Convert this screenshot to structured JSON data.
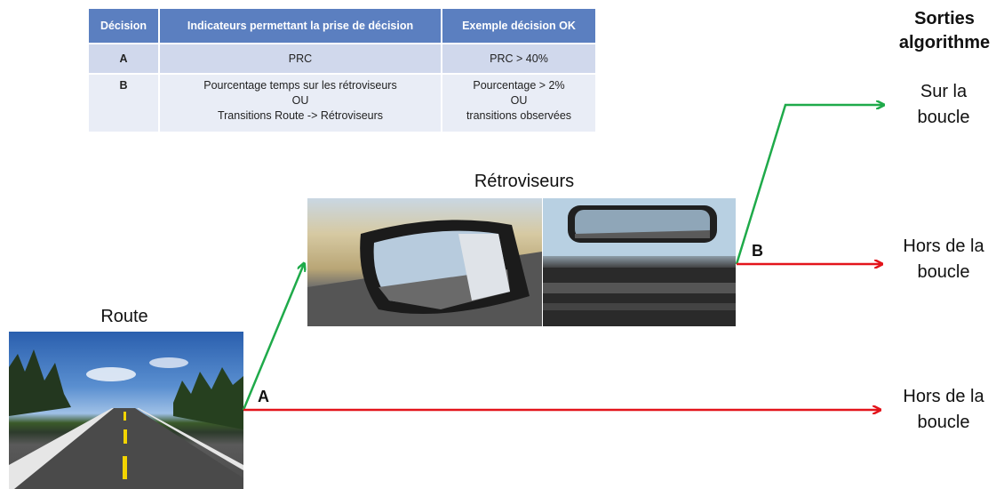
{
  "table": {
    "headers": [
      "Décision",
      "Indicateurs permettant la prise de décision",
      "Exemple décision OK"
    ],
    "rows": [
      {
        "decision": "A",
        "indicator": [
          "PRC"
        ],
        "example": [
          "PRC > 40%"
        ]
      },
      {
        "decision": "B",
        "indicator": [
          "Pourcentage temps sur les rétroviseurs",
          "OU",
          "Transitions Route -> Rétroviseurs"
        ],
        "example": [
          "Pourcentage > 2%",
          "OU",
          "transitions observées"
        ]
      }
    ]
  },
  "header": {
    "line1": "Sorties",
    "line2": "algorithme"
  },
  "labels": {
    "route": "Route",
    "retroviseurs": "Rétroviseurs",
    "decision_a": "A",
    "decision_b": "B"
  },
  "outputs": {
    "in_loop": {
      "line1": "Sur la",
      "line2": "boucle"
    },
    "out_loop_b": {
      "line1": "Hors de la",
      "line2": "boucle"
    },
    "out_loop_a": {
      "line1": "Hors de la",
      "line2": "boucle"
    }
  },
  "colors": {
    "green_arrow": "#1faa4a",
    "red_arrow": "#e3141b",
    "table_header": "#5b7fc0",
    "table_row1": "#d0d8ec",
    "table_row2": "#e9edf6"
  }
}
